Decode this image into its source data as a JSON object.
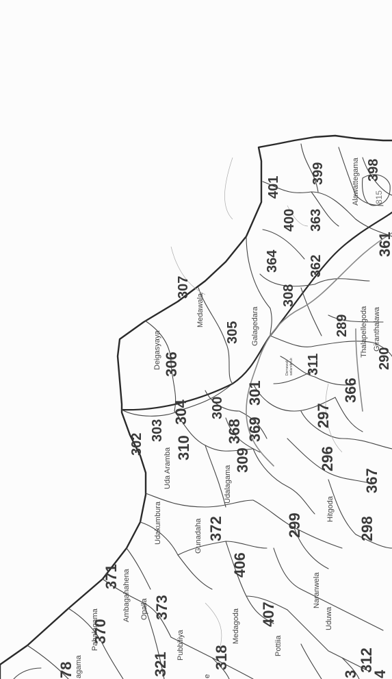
{
  "map": {
    "colors": {
      "background": "#fcfcfc",
      "boundary": "#333333",
      "inner_line": "#555555",
      "road": "#9a9a9a",
      "label": "#3a3a3a"
    },
    "division_numbers": {
      "n401": "401",
      "n399": "399",
      "n398": "398",
      "n400": "400",
      "n363": "363",
      "n364": "364",
      "n362": "362",
      "n361": "361",
      "n308": "308",
      "n307": "307",
      "n305": "305",
      "n289": "289",
      "n306": "306",
      "n311": "311",
      "n290": "290",
      "n304": "304",
      "n303": "303",
      "n302": "302",
      "n300": "300",
      "n301": "301",
      "n366": "366",
      "n310": "310",
      "n368": "368",
      "n369": "369",
      "n297": "297",
      "n309": "309",
      "n296": "296",
      "n367": "367",
      "n372": "372",
      "n299": "299",
      "n298": "298",
      "n371": "371",
      "n406": "406",
      "n373": "373",
      "n407": "407",
      "n370": "370",
      "n321": "321",
      "n318": "318",
      "n312": "312",
      "n78": "78",
      "n815": "815",
      "n3": "3",
      "n4": "4"
    },
    "place_names": {
      "alawattegama": "Alawattegama",
      "medawala": "Medawala",
      "galagedara": "Galagedara",
      "thalapellegoda": "Thalapellegoda",
      "giranthalawa": "Giranthalawa",
      "deigasyaya": "Deigasyaya",
      "udaaramba": "Uda Aramba",
      "udalagama": "Udalagama",
      "udakumbura": "Udakumbura",
      "gunadaha": "Gunadaha",
      "hitgoda": "Hitgoda",
      "ambagahahena": "Ambagahahena",
      "naranwela": "Naranwela",
      "pahalagama": "Pahalagama",
      "opalla": "Opalla",
      "uduwa": "Uduwa",
      "pubbiliya": "Pubbiliya",
      "medagoda": "Medagoda",
      "pottiia": "Pottiia",
      "gama_partial": "agama",
      "e_partial": "e",
      "tiny_text": "Dernewali\nwelanderuk"
    }
  }
}
